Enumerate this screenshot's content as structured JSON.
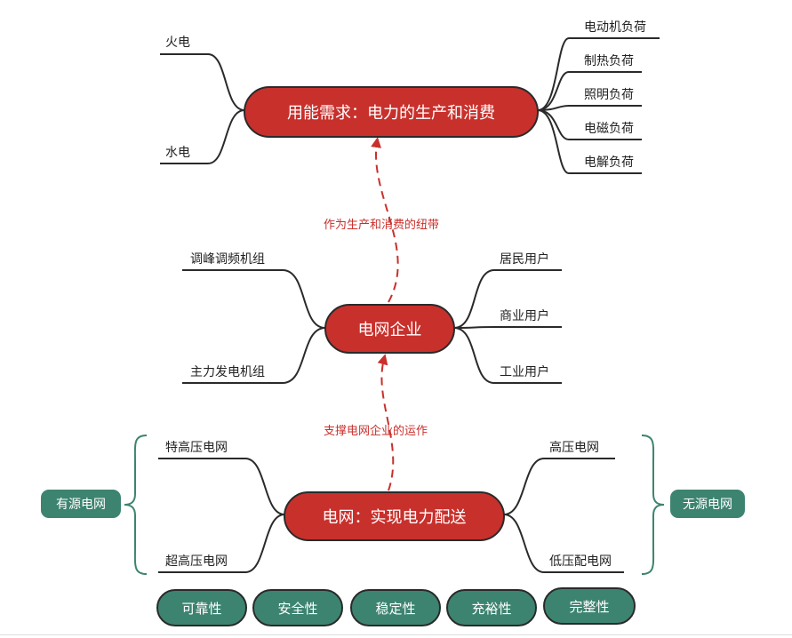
{
  "top": {
    "title": "用能需求：电力的生产和消费",
    "left": [
      "火电",
      "水电"
    ],
    "right": [
      "电动机负荷",
      "制热负荷",
      "照明负荷",
      "电磁负荷",
      "电解负荷"
    ]
  },
  "middle": {
    "title": "电网企业",
    "left": [
      "调峰调频机组",
      "主力发电机组"
    ],
    "right": [
      "居民用户",
      "商业用户",
      "工业用户"
    ]
  },
  "bottom": {
    "title": "电网：实现电力配送",
    "left": [
      "特高压电网",
      "超高压电网"
    ],
    "right": [
      "高压电网",
      "低压配电网"
    ],
    "left_group": "有源电网",
    "right_group": "无源电网"
  },
  "connectors": {
    "upper": "作为生产和消费的纽带",
    "lower": "支撑电网企业的运作"
  },
  "properties": [
    "可靠性",
    "安全性",
    "稳定性",
    "充裕性",
    "完整性"
  ],
  "colors": {
    "node_red": "#c8302c",
    "group_green": "#3d8470",
    "line": "#2a2a2a",
    "dash": "#c8302c"
  }
}
